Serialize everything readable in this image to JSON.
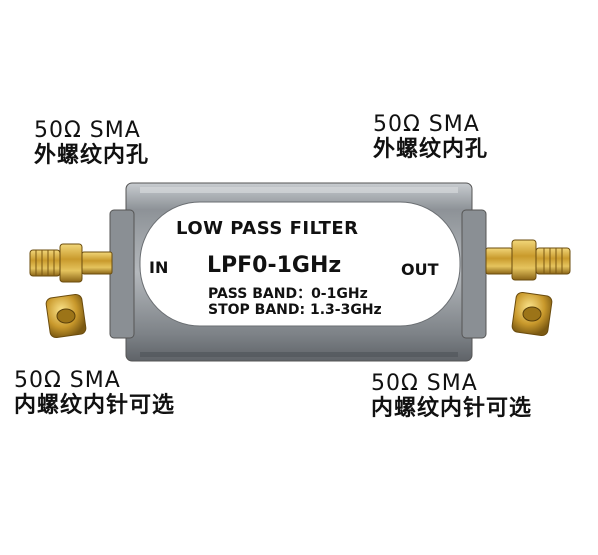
{
  "captions": {
    "top_left": {
      "line1": "50Ω  SMA",
      "line2": "外螺纹内孔"
    },
    "top_right": {
      "line1": "50Ω  SMA",
      "line2": "外螺纹内孔"
    },
    "bottom_left": {
      "line1": "50Ω  SMA",
      "line2": "内螺纹内针可选"
    },
    "bottom_right": {
      "line1": "50Ω  SMA",
      "line2": "内螺纹内针可选"
    }
  },
  "label": {
    "title": "LOW  PASS FILTER",
    "in": "IN",
    "model": "LPF0-1GHz",
    "out": "OUT",
    "pass_band": "PASS BAND：0-1GHz",
    "stop_band": "STOP BAND: 1.3-3GHz"
  },
  "colors": {
    "metal": "#9aa0a6",
    "brass": "#c9a23a",
    "label_bg": "#ffffff"
  }
}
